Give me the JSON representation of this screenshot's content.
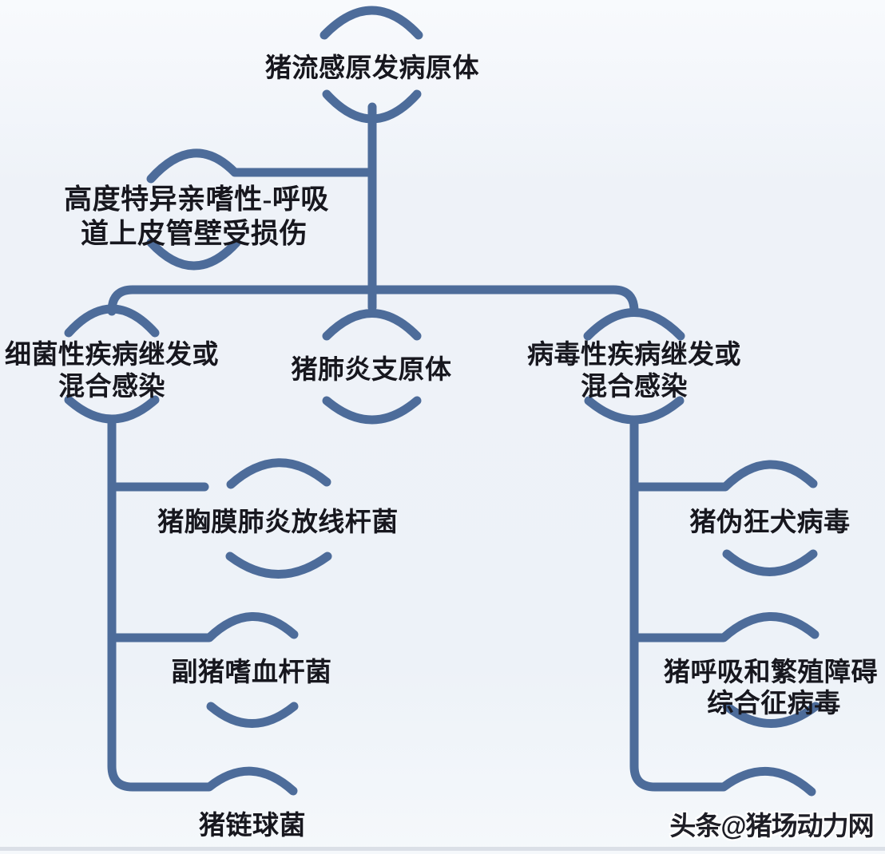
{
  "colors": {
    "line": "#4d6c9a",
    "text": "#17171e",
    "background": "#eef2f8",
    "watermark_text": "#1e1e26"
  },
  "diagram": {
    "root": {
      "label": "猪流感原发病原体"
    },
    "mechanism": {
      "line1": "高度特异亲嗜性-呼吸",
      "line2": "道上皮管壁受损伤"
    },
    "branch_bacterial": {
      "line1": "细菌性疾病继发或",
      "line2": "混合感染"
    },
    "node_mycoplasma": {
      "label": "猪肺炎支原体"
    },
    "branch_viral": {
      "line1": "病毒性疾病继发或",
      "line2": "混合感染"
    },
    "bacterial_children": [
      {
        "label": "猪胸膜肺炎放线杆菌"
      },
      {
        "label": "副猪嗜血杆菌"
      },
      {
        "label": "猪链球菌"
      }
    ],
    "viral_children": [
      {
        "label": "猪伪狂犬病毒"
      },
      {
        "line1": "猪呼吸和繁殖障碍",
        "line2": "综合征病毒"
      }
    ]
  },
  "watermark": {
    "label": "头条@猪场动力网"
  }
}
